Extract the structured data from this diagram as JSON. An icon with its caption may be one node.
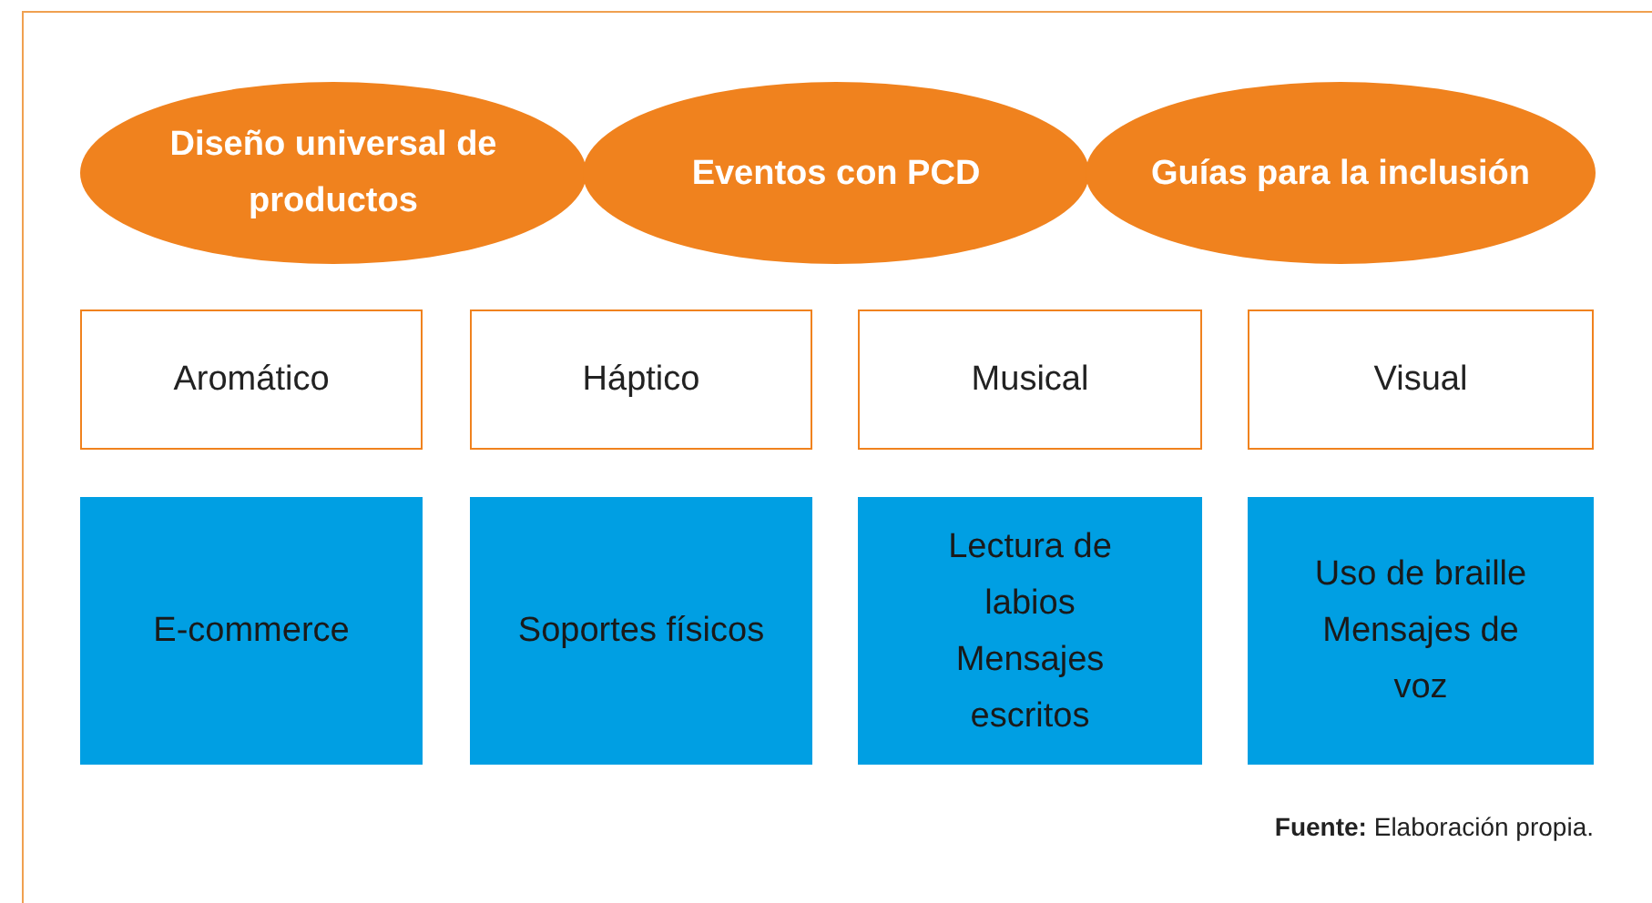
{
  "diagram": {
    "nodes": [
      {
        "text": [
          "Diseño universal de productos"
        ]
      },
      {
        "text": [
          "Eventos con PCD"
        ]
      },
      {
        "text": [
          "Guías para la inclusión"
        ]
      },
      {
        "text": [
          "Aromático"
        ]
      },
      {
        "text": [
          "Háptico"
        ]
      },
      {
        "text": [
          "Musical"
        ]
      },
      {
        "text": [
          "Visual"
        ]
      },
      {
        "text": [
          "E-commerce"
        ]
      },
      {
        "text": [
          "Soportes físicos"
        ]
      },
      {
        "text": [
          "Lectura de labios",
          "Mensajes escritos"
        ]
      },
      {
        "text": [
          "Uso de braille",
          "Mensajes de voz"
        ]
      }
    ],
    "labels": [
      "**Fuente:** Elaboración propia."
    ]
  }
}
